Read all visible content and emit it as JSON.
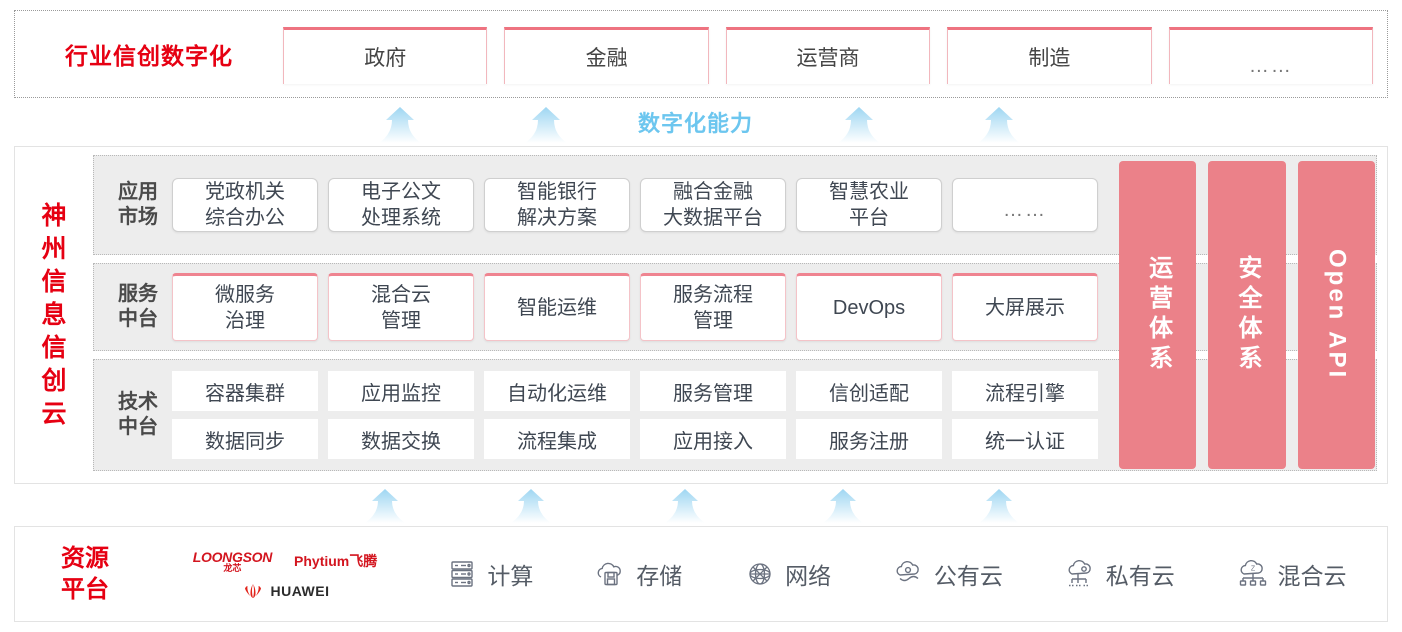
{
  "industry": {
    "title": "行业信创数字化",
    "cards": [
      {
        "label": "政府"
      },
      {
        "label": "金融"
      },
      {
        "label": "运营商"
      },
      {
        "label": "制造"
      },
      {
        "label": "……"
      }
    ]
  },
  "capability_label": "数字化能力",
  "cloud": {
    "title_chars": [
      "神",
      "州",
      "信",
      "息",
      "信",
      "创",
      "云"
    ],
    "bands": [
      {
        "name": "application-market",
        "label": "应用\n市场",
        "label_line1": "应用",
        "label_line2": "市场",
        "cards": [
          {
            "line1": "党政机关",
            "line2": "综合办公"
          },
          {
            "line1": "电子公文",
            "line2": "处理系统"
          },
          {
            "line1": "智能银行",
            "line2": "解决方案"
          },
          {
            "line1": "融合金融",
            "line2": "大数据平台"
          },
          {
            "line1": "智慧农业",
            "line2": "平台"
          },
          {
            "line1": "……",
            "line2": ""
          }
        ]
      },
      {
        "name": "service-middle-platform",
        "label_line1": "服务",
        "label_line2": "中台",
        "cards": [
          {
            "line1": "微服务",
            "line2": "治理"
          },
          {
            "line1": "混合云",
            "line2": "管理"
          },
          {
            "line1": "智能运维",
            "line2": ""
          },
          {
            "line1": "服务流程",
            "line2": "管理"
          },
          {
            "line1": "DevOps",
            "line2": ""
          },
          {
            "line1": "大屏展示",
            "line2": ""
          }
        ]
      },
      {
        "name": "technical-middle-platform",
        "label_line1": "技术",
        "label_line2": "中台",
        "row1": [
          "容器集群",
          "应用监控",
          "自动化运维",
          "服务管理",
          "信创适配",
          "流程引擎"
        ],
        "row2": [
          "数据同步",
          "数据交换",
          "流程集成",
          "应用接入",
          "服务注册",
          "统一认证"
        ]
      }
    ],
    "pillars": [
      {
        "label": "运营体系",
        "orientation": "vertical-cjk"
      },
      {
        "label": "安全体系",
        "orientation": "vertical-cjk"
      },
      {
        "label": "Open API",
        "orientation": "vertical-latin"
      }
    ]
  },
  "resource": {
    "title_line1": "资源",
    "title_line2": "平台",
    "vendors": [
      {
        "name": "loongson",
        "en": "LOONGSON",
        "cn": "龙芯"
      },
      {
        "name": "phytium",
        "text": "Phytium飞腾"
      },
      {
        "name": "huawei",
        "text": "HUAWEI"
      }
    ],
    "items": [
      {
        "icon": "server-icon",
        "label": "计算"
      },
      {
        "icon": "cloud-storage-icon",
        "label": "存储"
      },
      {
        "icon": "network-icon",
        "label": "网络"
      },
      {
        "icon": "public-cloud-icon",
        "label": "公有云"
      },
      {
        "icon": "private-cloud-icon",
        "label": "私有云"
      },
      {
        "icon": "hybrid-cloud-icon",
        "label": "混合云"
      }
    ]
  },
  "colors": {
    "brand_red": "#e60012",
    "pillar_pink": "#eb8189",
    "card_accent": "#ee7380",
    "arrow_blue": "#a9dcf5",
    "capability_blue": "#6cc6ef",
    "band_bg": "#ededed"
  }
}
